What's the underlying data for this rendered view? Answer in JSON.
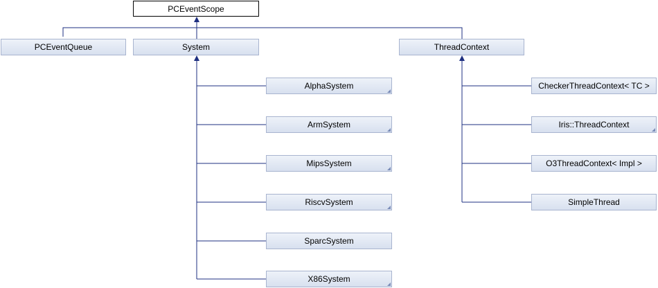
{
  "diagram": {
    "root": {
      "label": "PCEventScope"
    },
    "children": [
      {
        "id": "pceventqueue",
        "label": "PCEventQueue"
      },
      {
        "id": "system",
        "label": "System",
        "children": [
          {
            "id": "alphasystem",
            "label": "AlphaSystem"
          },
          {
            "id": "armsystem",
            "label": "ArmSystem"
          },
          {
            "id": "mipssystem",
            "label": "MipsSystem"
          },
          {
            "id": "riscvsystem",
            "label": "RiscvSystem"
          },
          {
            "id": "sparcsystem",
            "label": "SparcSystem"
          },
          {
            "id": "x86system",
            "label": "X86System"
          }
        ]
      },
      {
        "id": "threadcontext",
        "label": "ThreadContext",
        "children": [
          {
            "id": "checkerthreadcontext",
            "label": "CheckerThreadContext< TC >"
          },
          {
            "id": "iris-threadcontext",
            "label": "Iris::ThreadContext"
          },
          {
            "id": "o3threadcontext",
            "label": "O3ThreadContext< Impl >"
          },
          {
            "id": "simplethread",
            "label": "SimpleThread"
          }
        ]
      }
    ]
  },
  "colors": {
    "edge": "#1e2f80",
    "node_fill": "#dde4f2",
    "node_border": "#a8b4cf"
  }
}
